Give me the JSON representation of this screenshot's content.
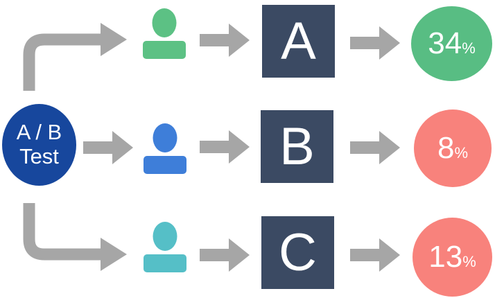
{
  "colors": {
    "background": "#ffffff",
    "arrow_gray": "#a6a6a6",
    "source_blue": "#17479d",
    "variant_square": "#3b4a63",
    "person_a": "#5cc184",
    "person_b": "#3e7ed9",
    "person_c": "#55bfc7",
    "result_a": "#58bd83",
    "result_b": "#f8827c",
    "result_c": "#f8827c"
  },
  "source": {
    "line1": "A / B",
    "line2": "Test"
  },
  "rows": [
    {
      "variant": "A",
      "result_value": "34",
      "percent_sign": "%"
    },
    {
      "variant": "B",
      "result_value": "8",
      "percent_sign": "%"
    },
    {
      "variant": "C",
      "result_value": "13",
      "percent_sign": "%"
    }
  ]
}
